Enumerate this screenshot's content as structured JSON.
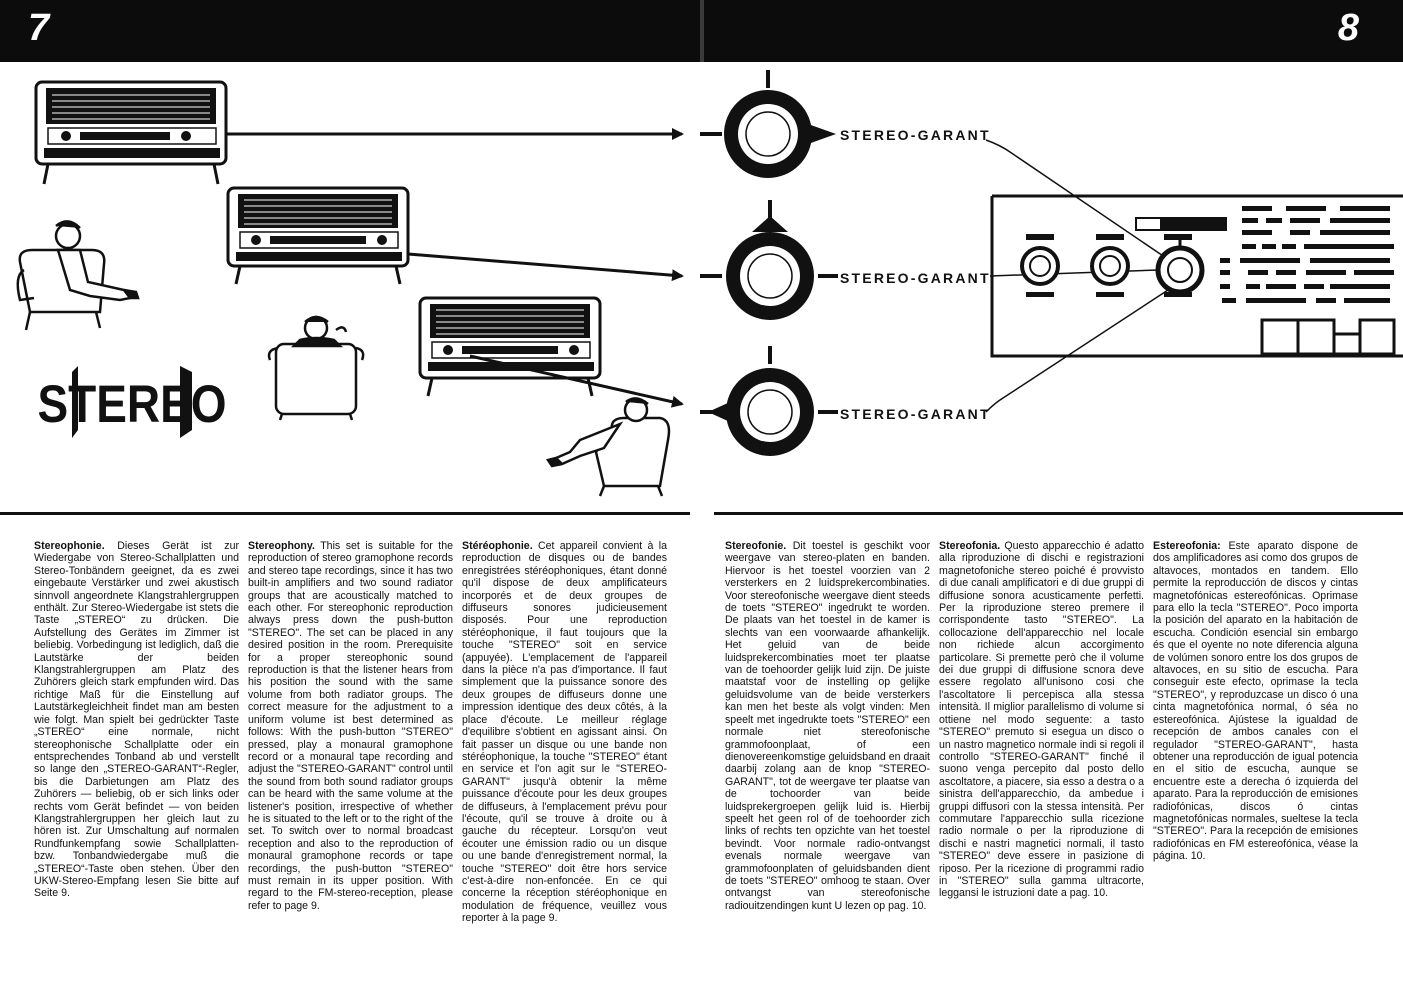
{
  "header": {
    "page_left": "7",
    "page_right": "8"
  },
  "illustration": {
    "labels": [
      "STEREO-GARANT",
      "STEREO-GARANT",
      "STEREO-GARANT"
    ],
    "logo": "STEREO"
  },
  "columns": [
    {
      "id": "de",
      "heading": "Stereophonie.",
      "body": "Dieses Gerät ist zur Wiedergabe von Stereo-Schallplatten und Stereo-Tonbändern geeignet, da es zwei eingebaute Verstärker und zwei akustisch sinnvoll angeordnete Klangstrahlergruppen enthält. Zur Stereo-Wiedergabe ist stets die Taste „STEREO“ zu drücken. Die Aufstellung des Gerätes im Zimmer ist beliebig. Vorbedingung ist lediglich, daß die Lautstärke der beiden Klangstrahlergruppen am Platz des Zuhörers gleich stark empfunden wird. Das richtige Maß für die Einstellung auf Lautstärkegleichheit findet man am besten wie folgt. Man spielt bei gedrückter Taste „STEREO“ eine normale, nicht stereophonische Schallplatte oder ein entsprechendes Tonband ab und verstellt so lange den „STEREO-GARANT“-Regler, bis die Darbietungen am Platz des Zuhörers — beliebig, ob er sich links oder rechts vom Gerät befindet — von beiden Klangstrahlergruppen her gleich laut zu hören ist. Zur Umschaltung auf normalen Rundfunkempfang sowie Schallplatten- bzw. Tonbandwiedergabe muß die „STEREO“-Taste oben stehen. Über den UKW-Stereo-Empfang lesen Sie bitte auf Seite 9."
    },
    {
      "id": "en",
      "heading": "Stereophony.",
      "body": "This set is suitable for the reproduction of stereo gramophone records and stereo tape recordings, since it has two built-in amplifiers and two sound radiator groups that are acoustically matched to each other. For stereophonic reproduction always press down the push-button \"STEREO\". The set can be placed in any desired position in the room. Prerequisite for a proper stereophonic sound reproduction is that the listener hears from his position the sound with the same volume from both radiator groups. The correct measure for the adjustment to a uniform volume ist best determined as follows: With the push-button \"STEREO\" pressed, play a monaural gramophone record or a monaural tape recording and adjust the \"STEREO-GARANT\" control until the sound from both sound radiator groups can be heard with the same volume at the listener's position, irrespective of whether he is situated to the left or to the right of the set. To switch over to normal broadcast reception and also to the reproduction of monaural gramophone records or tape recordings, the push-button \"STEREO\" must remain in its upper position. With regard to the FM-stereo-reception, please refer to page 9."
    },
    {
      "id": "fr",
      "heading": "Stéréophonie.",
      "body": "Cet appareil convient à la reproduction de disques ou de bandes enregistrées stéréophoniques, étant donné qu'il dispose de deux amplificateurs incorporés et de deux groupes de diffuseurs sonores judicieusement disposés. Pour une reproduction stéréophonique, il faut toujours que la touche \"STEREO\" soit en service (appuyée). L'emplacement de l'appareil dans la pièce n'a pas d'importance. Il faut simplement que la puissance sonore des deux groupes de diffuseurs donne une impression identique des deux côtés, à la place d'écoute. Le meilleur réglage d'equilibre s'obtient en agissant ainsi. On fait passer un disque ou une bande non stéréophonique, la touche \"STEREO\" étant en service et l'on agit sur le \"STEREO-GARANT\" jusqu'à obtenir la même puissance d'écoute pour les deux groupes de diffuseurs, à l'emplacement prévu pour l'écoute, qu'il se trouve à droite ou à gauche du récepteur. Lorsqu'on veut écouter une émission radio ou un disque ou une bande d'enregistrement normal, la touche \"STEREO\" doit être hors service c'est-à-dire non-enfoncée. En ce qui concerne la réception stéréophonique en modulation de fréquence, veuillez vous reporter à la page 9."
    },
    {
      "id": "nl",
      "heading": "Stereofonie.",
      "body": "Dit toestel is geschikt voor weergave van stereo-platen en banden. Hiervoor is het toestel voorzien van 2 versterkers en 2 luidsprekercombinaties. Voor stereofonische weergave dient steeds de toets \"STEREO\" ingedrukt te worden. De plaats van het toestel in de kamer is slechts van een voorwaarde afhankelijk. Het geluid van de beide luidsprekercombinaties moet ter plaatse van de toehoorder gelijk luid zijn. De juiste maatstaf voor de instelling op gelijke geluidsvolume van de beide versterkers kan men het beste als volgt vinden: Men speelt met ingedrukte toets \"STEREO\" een normale niet stereofonische grammofoonplaat, of een dienovereenkomstige geluidsband en draait daarbij zolang aan de knop \"STEREO-GARANT\", tot de weergave ter plaatse van de tochoorder van beide luidsprekergroepen gelijk luid is. Hierbij speelt het geen rol of de toehoorder zich links of rechts ten opzichte van het toestel bevindt. Voor normale radio-ontvangst evenals normale weergave van grammofoonplaten of geluidsbanden dient de toets \"STEREO\" omhoog te staan. Over ontvangst van stereofonische radiouitzendingen kunt U lezen op pag. 10."
    },
    {
      "id": "it",
      "heading": "Stereofonia.",
      "body": "Questo apparecchio é adatto alla riproduzione di dischi e registrazioni magnetofoniche stereo poiché é provvisto di due canali amplificatori e di due gruppi di diffusione sonora acusticamente perfetti. Per la riproduzione stereo premere il corrispondente tasto \"STEREO\". La collocazione dell'apparecchio nel locale non richiede alcun accorgimento particolare. Si premette però che il volume dei due gruppi di diffusione scnora deve essere regolato all'unisono cosi che l'ascoltatore li percepisca alla stessa intensità. Il miglior parallelismo di volume si ottiene nel modo seguente: a tasto \"STEREO\" premuto si esegua un disco o un nastro magnetico normale indi si regoli il controllo \"STEREO-GARANT\" finché il suono venga percepito dal posto dello ascoltatore, a piacere, sia esso a destra o a sinistra dell'apparecchio, da ambedue i gruppi diffusori con la stessa intensità. Per commutare l'apparecchio sulla ricezione radio normale o per la riproduzione di dischi e nastri magnetici normali, il tasto \"STEREO\" deve essere in pasizione di riposo. Per la ricezione di programmi radio in \"STEREO\" sulla gamma ultracorte, leggansi le istruzioni date a pag. 10."
    },
    {
      "id": "es",
      "heading": "Estereofonia:",
      "body": "Este aparato dispone de dos amplificadores asi como dos grupos de altavoces, montados en tandem. Ello permite la reproducción de discos y cintas magnetofónicas estereofónicas. Oprimase para ello la tecla \"STEREO\". Poco importa la posición del aparato en la habitación de escucha. Condición esencial sin embargo és que el oyente no note diferencia alguna de volúmen sonoro entre los dos grupos de altavoces, en su sitio de escucha. Para conseguir este efecto, oprimase la tecla \"STEREO\", y reproduzcase un disco ó una cinta magnetofónica normal, ó séa no estereofónica. Ajústese la igualdad de recepción de ambos canales con el regulador \"STEREO-GARANT\", hasta obtener una reproducción de igual potencia en el sitio de escucha, aunque se encuentre este a derecha ó izquierda del aparato. Para la reproducción de emisiones radiofónicas, discos ó cintas magnetofónicas normales, sueltese la tecla \"STEREO\". Para la recepción de emisiones radiofónicas en FM estereofónica, véase la página. 10."
    }
  ]
}
